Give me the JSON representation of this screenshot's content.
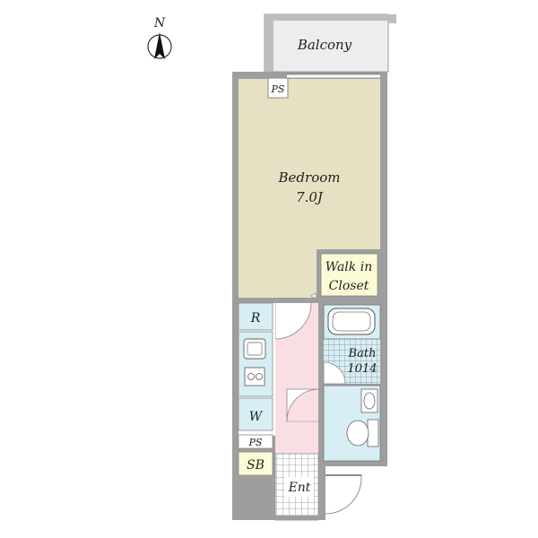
{
  "compass": {
    "label": "N"
  },
  "rooms": {
    "balcony": "Balcony",
    "bedroom_name": "Bedroom",
    "bedroom_size": "7.0J",
    "walk_in_line1": "Walk in",
    "walk_in_line2": "Closet",
    "bath_name": "Bath",
    "bath_size": "1014",
    "refrigerator": "R",
    "washer": "W",
    "shoe_box": "SB",
    "entrance": "Ent",
    "pipe_space_top": "PS",
    "pipe_space_bottom": "PS"
  },
  "colors": {
    "wall": "#9e9e9e",
    "bedroom_floor": "#e6e1c3",
    "kitchen_floor": "#f9dfe3",
    "wet_area": "#d7eef4",
    "closet": "#fdfbd6",
    "balcony": "#efefef",
    "entrance_tile": "#ffffff"
  }
}
